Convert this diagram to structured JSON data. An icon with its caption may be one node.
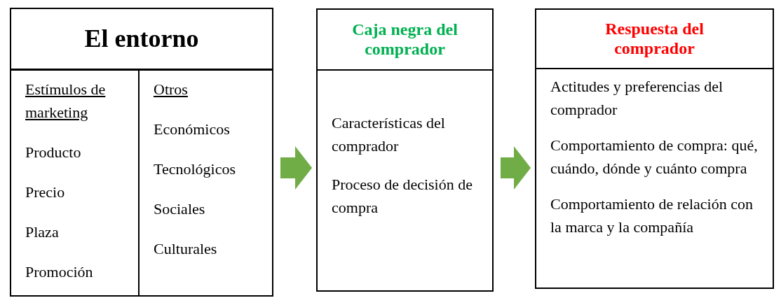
{
  "diagram": {
    "nodes": [
      {
        "text": [
          "El entorno"
        ]
      },
      {
        "text": [
          "Estímulos de marketing",
          "Producto",
          "Precio",
          "Plaza",
          "Promoción"
        ]
      },
      {
        "text": [
          "Otros",
          "Económicos",
          "Tecnológicos",
          "Sociales",
          "Culturales"
        ]
      },
      {
        "text": [
          "Caja negra del comprador"
        ]
      },
      {
        "text": [
          "Características del comprador",
          "Proceso de decisión de compra"
        ]
      },
      {
        "text": [
          "Respuesta del comprador"
        ]
      },
      {
        "text": [
          "Actitudes y preferencias del comprador",
          "Comportamiento de compra: qué, cuándo, dónde y cuánto compra",
          "Comportamiento de relación con la marca y la compañía"
        ]
      }
    ],
    "edges": [
      {
        "from": 2,
        "to": 4,
        "arrow": "to"
      },
      {
        "from": 4,
        "to": 6,
        "arrow": "to"
      }
    ]
  }
}
